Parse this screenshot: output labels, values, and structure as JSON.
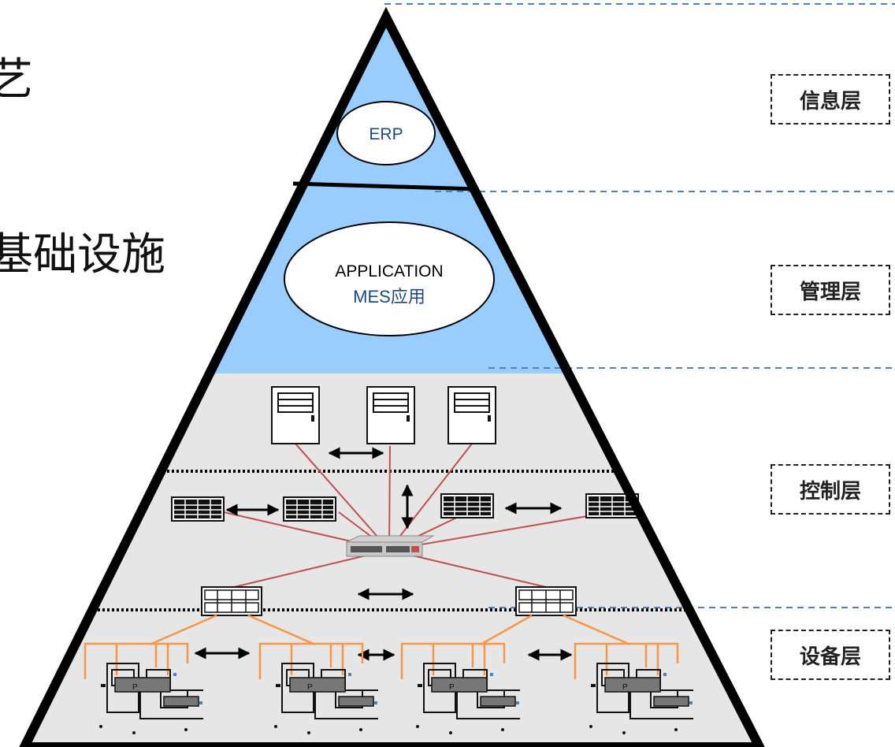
{
  "background_text": {
    "line1": "艺",
    "line2": "基础设施"
  },
  "pyramid": {
    "erp": "ERP",
    "app_line1": "APPLICATION",
    "app_line2": "MES应用"
  },
  "layers": {
    "info": "信息层",
    "management": "管理层",
    "control": "控制层",
    "device": "设备层"
  },
  "colors": {
    "sky_blue": "#99CCFF",
    "gray_fill": "#E6E6E6",
    "dashed_blue": "#4F81BD",
    "red_line": "#C0504D",
    "orange_line": "#F79646",
    "ellipse_text": "#1F497D"
  }
}
